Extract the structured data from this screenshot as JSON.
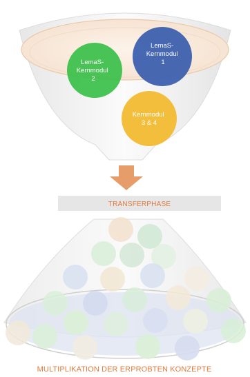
{
  "modules": [
    {
      "lines": [
        "LemaS-",
        "Kernmodul",
        "1"
      ],
      "color": "#3b5fae"
    },
    {
      "lines": [
        "LemaS-",
        "Kernmodul",
        "2"
      ],
      "color": "#3bbf4a"
    },
    {
      "lines": [
        "Kernmodul",
        "3 & 4"
      ],
      "color": "#f3bb33"
    }
  ],
  "transfer_label": "TRANSFERPHASE",
  "bottom_caption": "MULTIPLIKATION DER ERPROBTEN KONZEPTE",
  "colors": {
    "accent_orange": "#e07a3c",
    "arrow_orange": "#e79d69",
    "transfer_bar": "#e6e6e6",
    "funnel": "#f6f6f6",
    "funnel_rim": "#faeee2"
  }
}
